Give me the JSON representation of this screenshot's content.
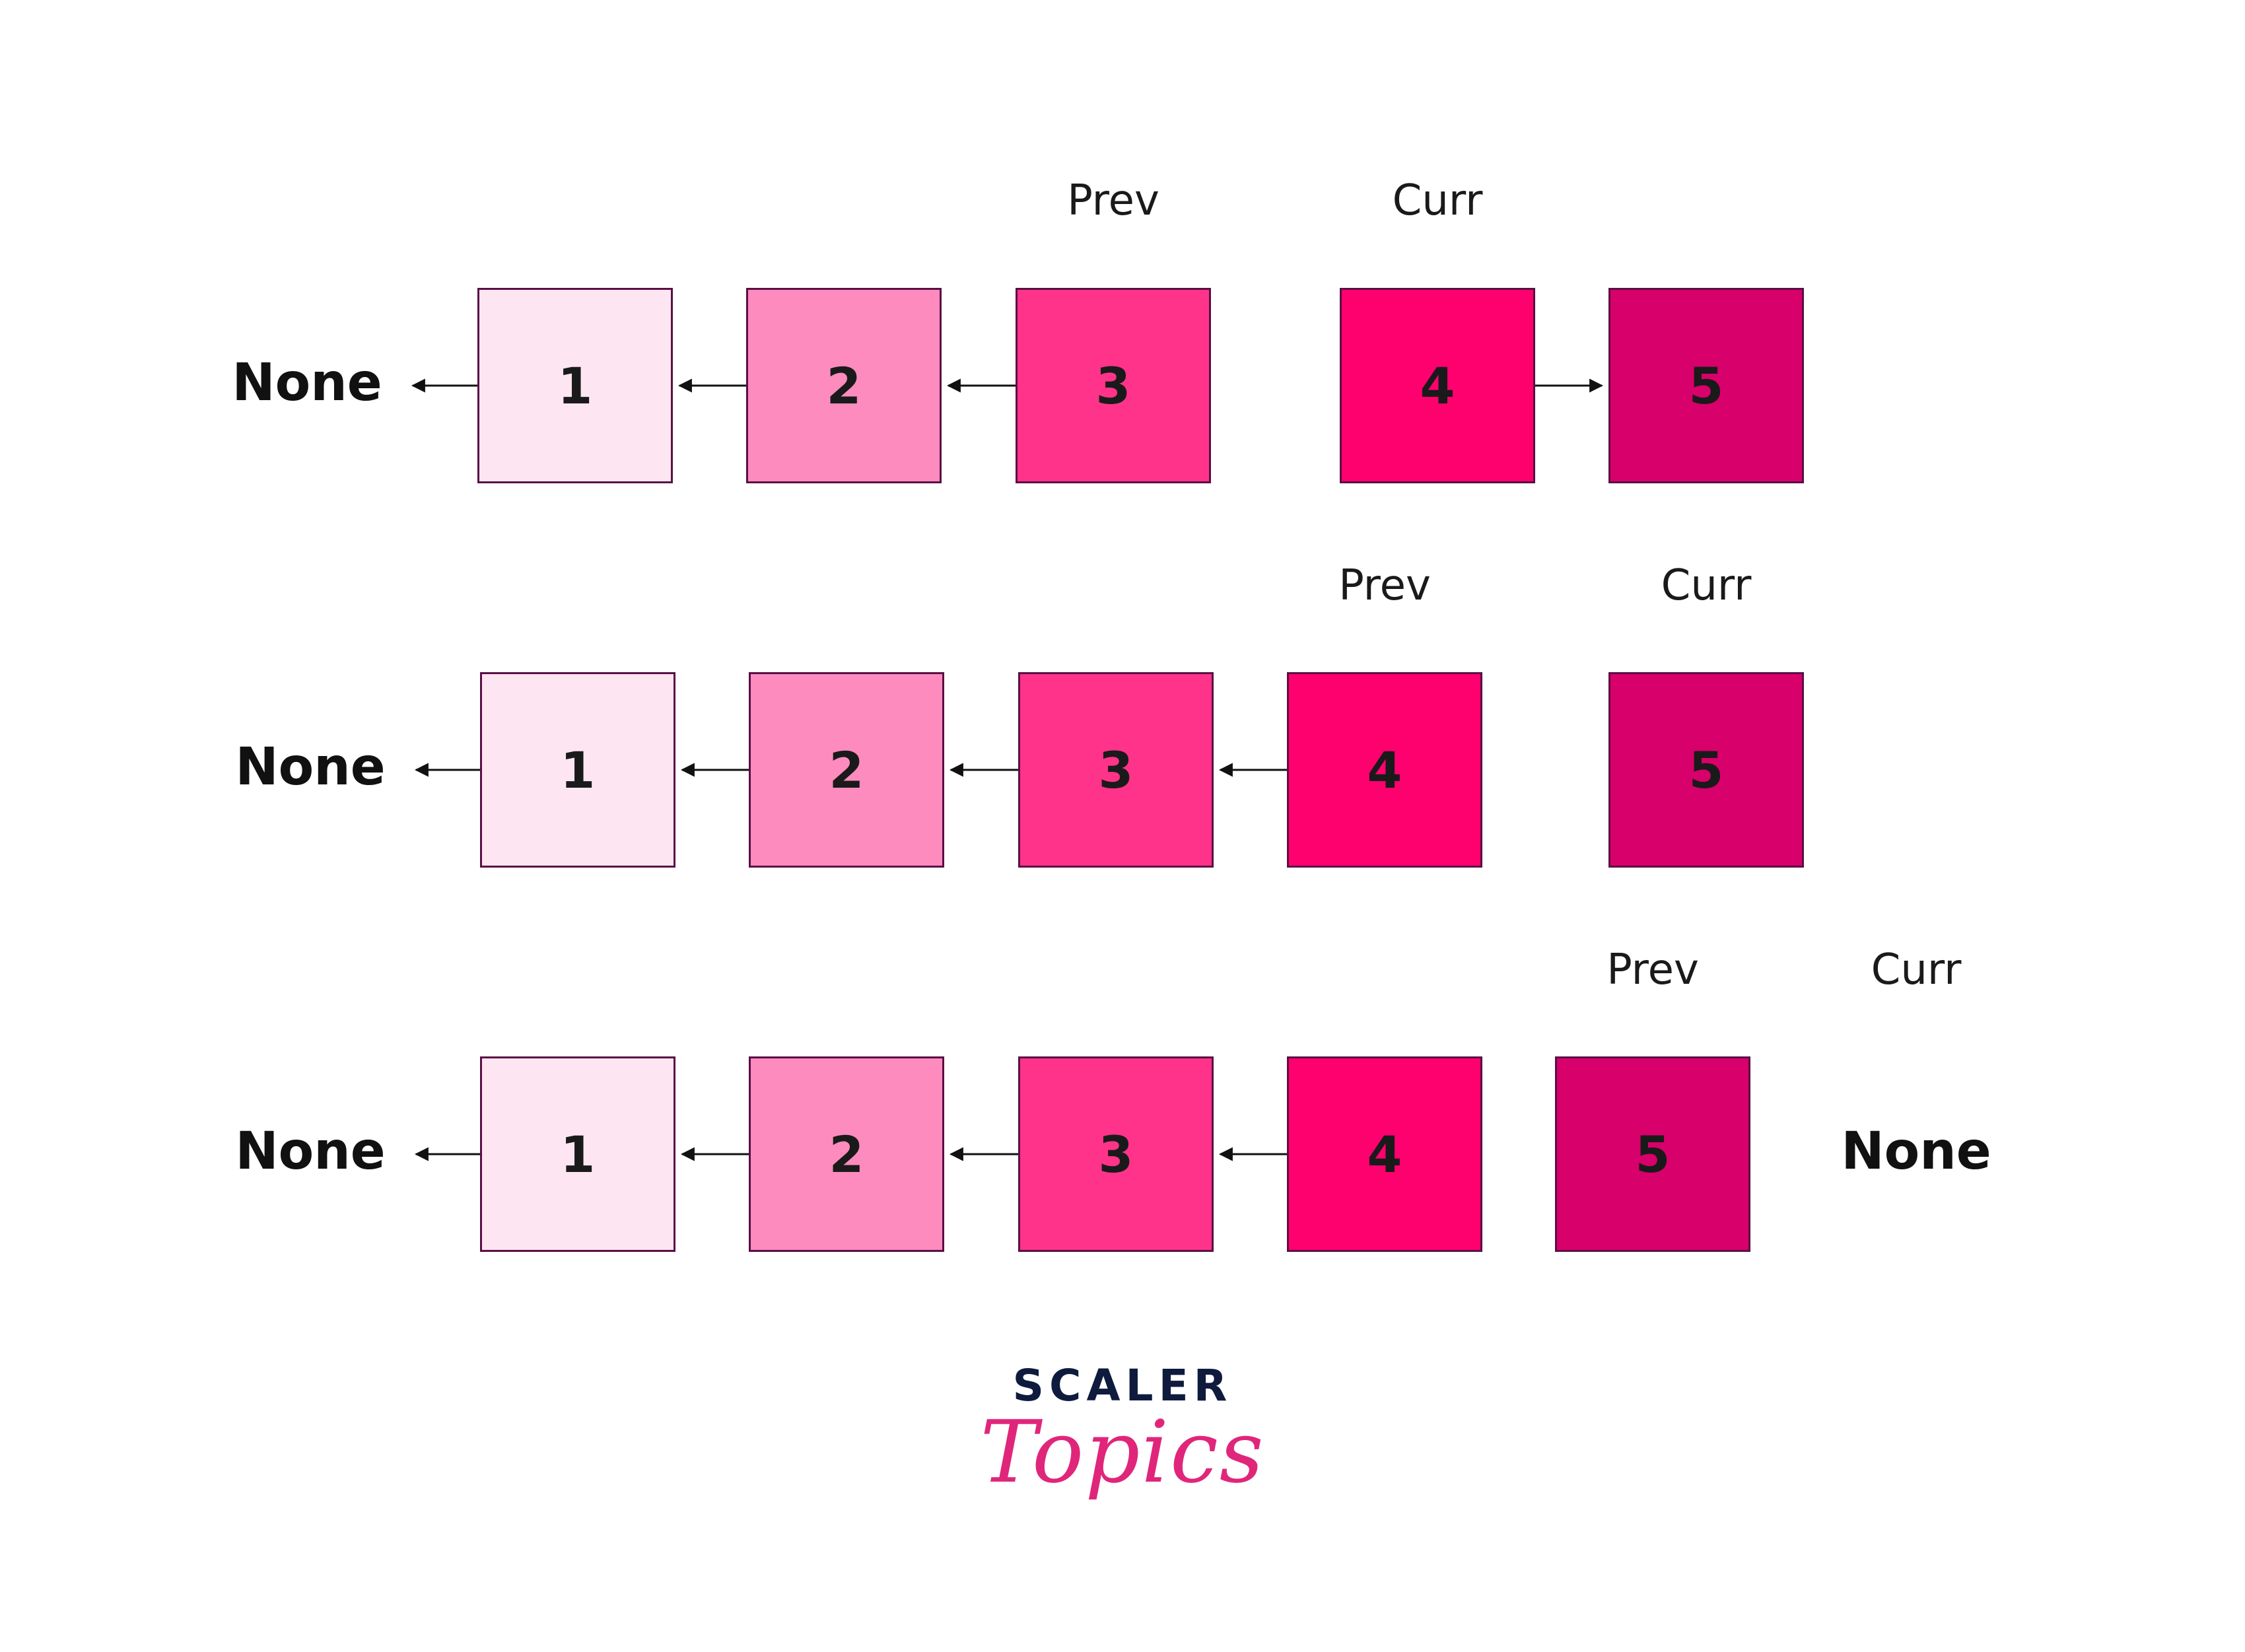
{
  "diagram": {
    "node_colors": [
      "#fde6f1",
      "#fe8bbe",
      "#fe3389",
      "#ff006f",
      "#d8006a"
    ],
    "border_color": "#5a0f45",
    "rows": [
      {
        "none_left": "None",
        "nodes": [
          "1",
          "2",
          "3",
          "4",
          "5"
        ],
        "links": [
          {
            "from": 1,
            "to": "none"
          },
          {
            "from": 2,
            "to": 1
          },
          {
            "from": 3,
            "to": 2
          },
          {
            "from": 4,
            "to": 5
          }
        ],
        "prev_label": "Prev",
        "curr_label": "Curr",
        "prev_at": 3,
        "curr_at": 4
      },
      {
        "none_left": "None",
        "nodes": [
          "1",
          "2",
          "3",
          "4",
          "5"
        ],
        "links": [
          {
            "from": 1,
            "to": "none"
          },
          {
            "from": 2,
            "to": 1
          },
          {
            "from": 3,
            "to": 2
          },
          {
            "from": 4,
            "to": 3
          }
        ],
        "prev_label": "Prev",
        "curr_label": "Curr",
        "prev_at": 4,
        "curr_at": 5
      },
      {
        "none_left": "None",
        "none_right": "None",
        "nodes": [
          "1",
          "2",
          "3",
          "4",
          "5"
        ],
        "links": [
          {
            "from": 1,
            "to": "none"
          },
          {
            "from": 2,
            "to": 1
          },
          {
            "from": 3,
            "to": 2
          },
          {
            "from": 4,
            "to": 3
          }
        ],
        "prev_label": "Prev",
        "curr_label": "Curr",
        "prev_at": 5,
        "curr_at": "none"
      }
    ]
  },
  "logo": {
    "scaler": "SCALER",
    "topics": "Topics"
  }
}
